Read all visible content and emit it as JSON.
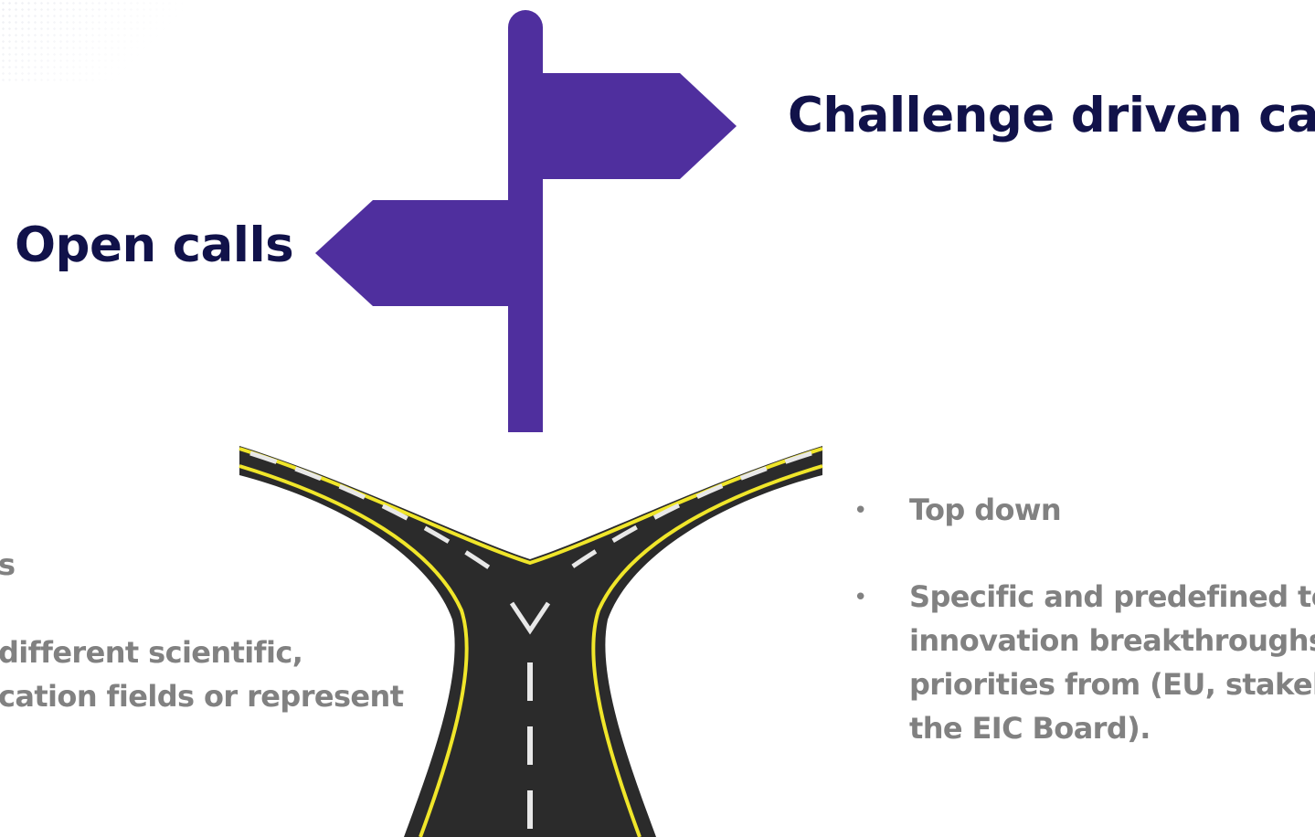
{
  "colors": {
    "signpost": "#4f2f9e",
    "heading": "#11124a",
    "body_text": "#818181",
    "road": "#2b2b2b",
    "road_edge": "#f0e62a",
    "lane_marking": "#e8e8e8"
  },
  "headings": {
    "challenge": "Challenge driven calls",
    "open": "Open calls"
  },
  "left_column": {
    "lines": [
      "s",
      "different scientific,",
      "cation fields or represent"
    ]
  },
  "right_column": {
    "bullet_glyph": "•",
    "bullets": [
      {
        "lines": [
          "Top down"
        ]
      },
      {
        "lines": [
          "Specific and predefined tec",
          "innovation breakthroughs t",
          "priorities from (EU, stakeho",
          "the EIC Board)."
        ]
      }
    ]
  },
  "icons": {
    "signpost": "signpost-icon",
    "road": "forked-road-icon"
  }
}
